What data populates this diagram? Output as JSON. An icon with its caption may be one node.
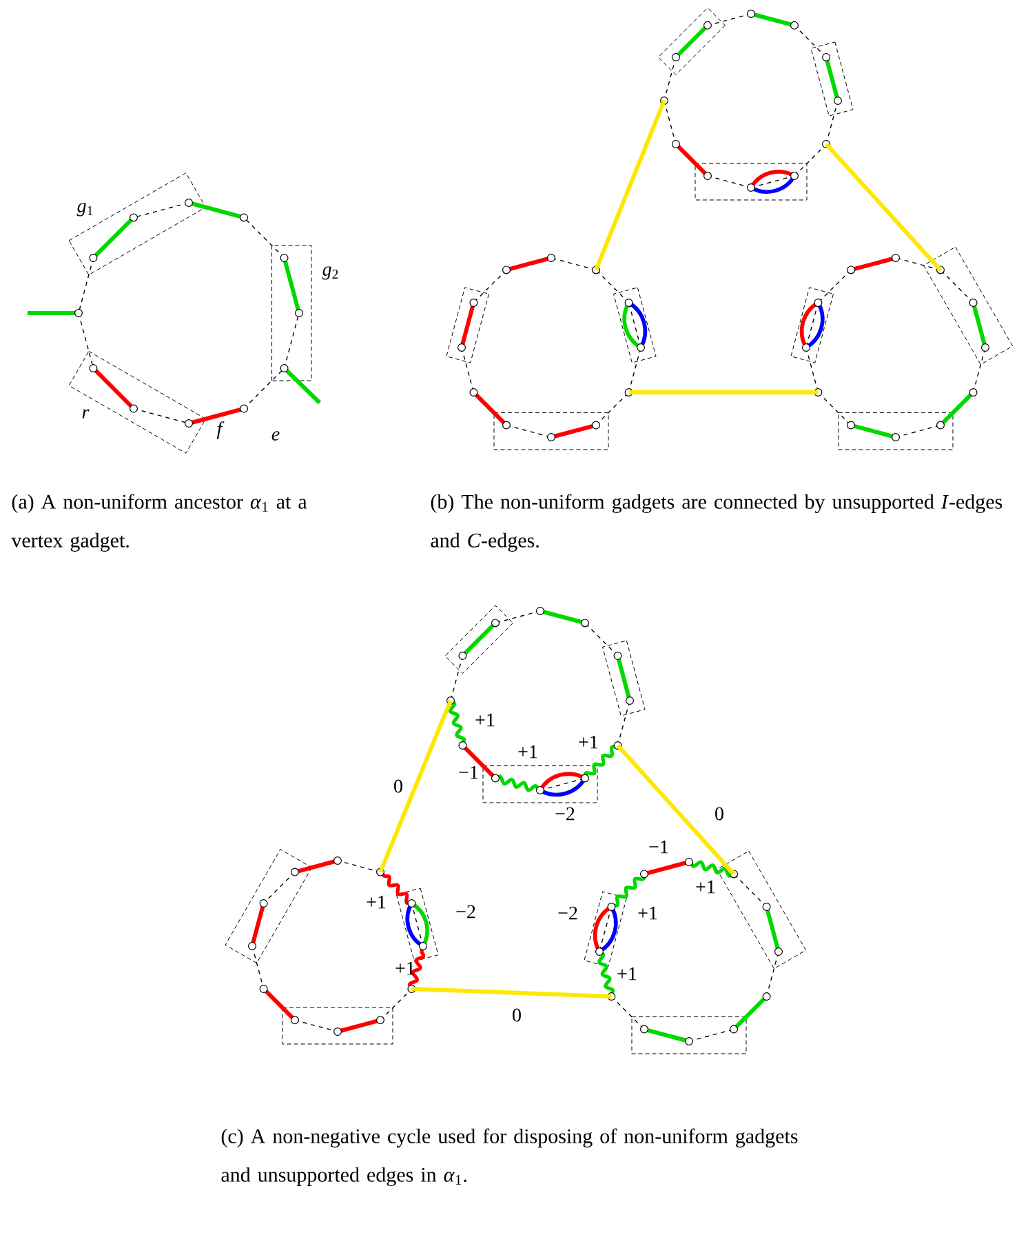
{
  "diagram": {
    "labels": [
      "*g*$_{1}$",
      "*g*$_{2}$",
      "*r*",
      "*f*",
      "*e*",
      "(a) A non-uniform ancestor *α*$_{1}$ at a vertex gadget.",
      "(b) The non-uniform gadgets are connected by unsupported *I*-edges and *C*-edges.",
      "+1",
      "+1",
      "+1",
      "−1",
      "0",
      "−2",
      "0",
      "−1",
      "+1",
      "+1",
      "−2",
      "−2",
      "+1",
      "+1",
      "+1",
      "0",
      "(c) A non-negative cycle used for disposing of non-uniform gadgets and unsupported edges in *α*$_{1}$."
    ]
  }
}
